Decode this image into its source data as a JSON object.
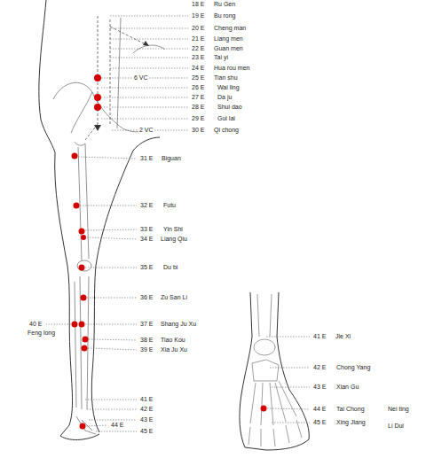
{
  "diagram": {
    "labels": [
      "18 E",
      "Ru Gen",
      "19 E",
      "Bu rong",
      "20 E",
      "Cheng man",
      "21 E",
      "Liang men",
      "22 E",
      "Guan men",
      "23 E",
      "Tai yi",
      "24 E",
      "Hua rou men",
      "6 VC",
      "25 E",
      "Tian shu",
      "26 E",
      "Wai ling",
      "27 E",
      "Da ju",
      "28 E",
      "Shui dao",
      "29 E",
      "Gui lai",
      "2 VC",
      "30 E",
      "Qi chong",
      "31 E",
      "Biguan",
      "32 E",
      "Futu",
      "33 E",
      "Yin Shi",
      "34 E",
      "Liang Qiu",
      "35 E",
      "Du bi",
      "36 E",
      "Zu San Li",
      "40 E",
      "Feng long",
      "37 E",
      "Shang Ju Xu",
      "38 E",
      "Tiao Kou",
      "39 E",
      "Xia Ju Xu",
      "41 E",
      "42 E",
      "43 E",
      "44 E",
      "45 E",
      "41 E",
      "Jie Xi",
      "42 E",
      "Chong Yang",
      "43 E",
      "Xian Gu",
      "44 E",
      "Tai Chong",
      "Nei ting",
      "45 E",
      "Xing Jiang",
      "Li Dui"
    ]
  }
}
